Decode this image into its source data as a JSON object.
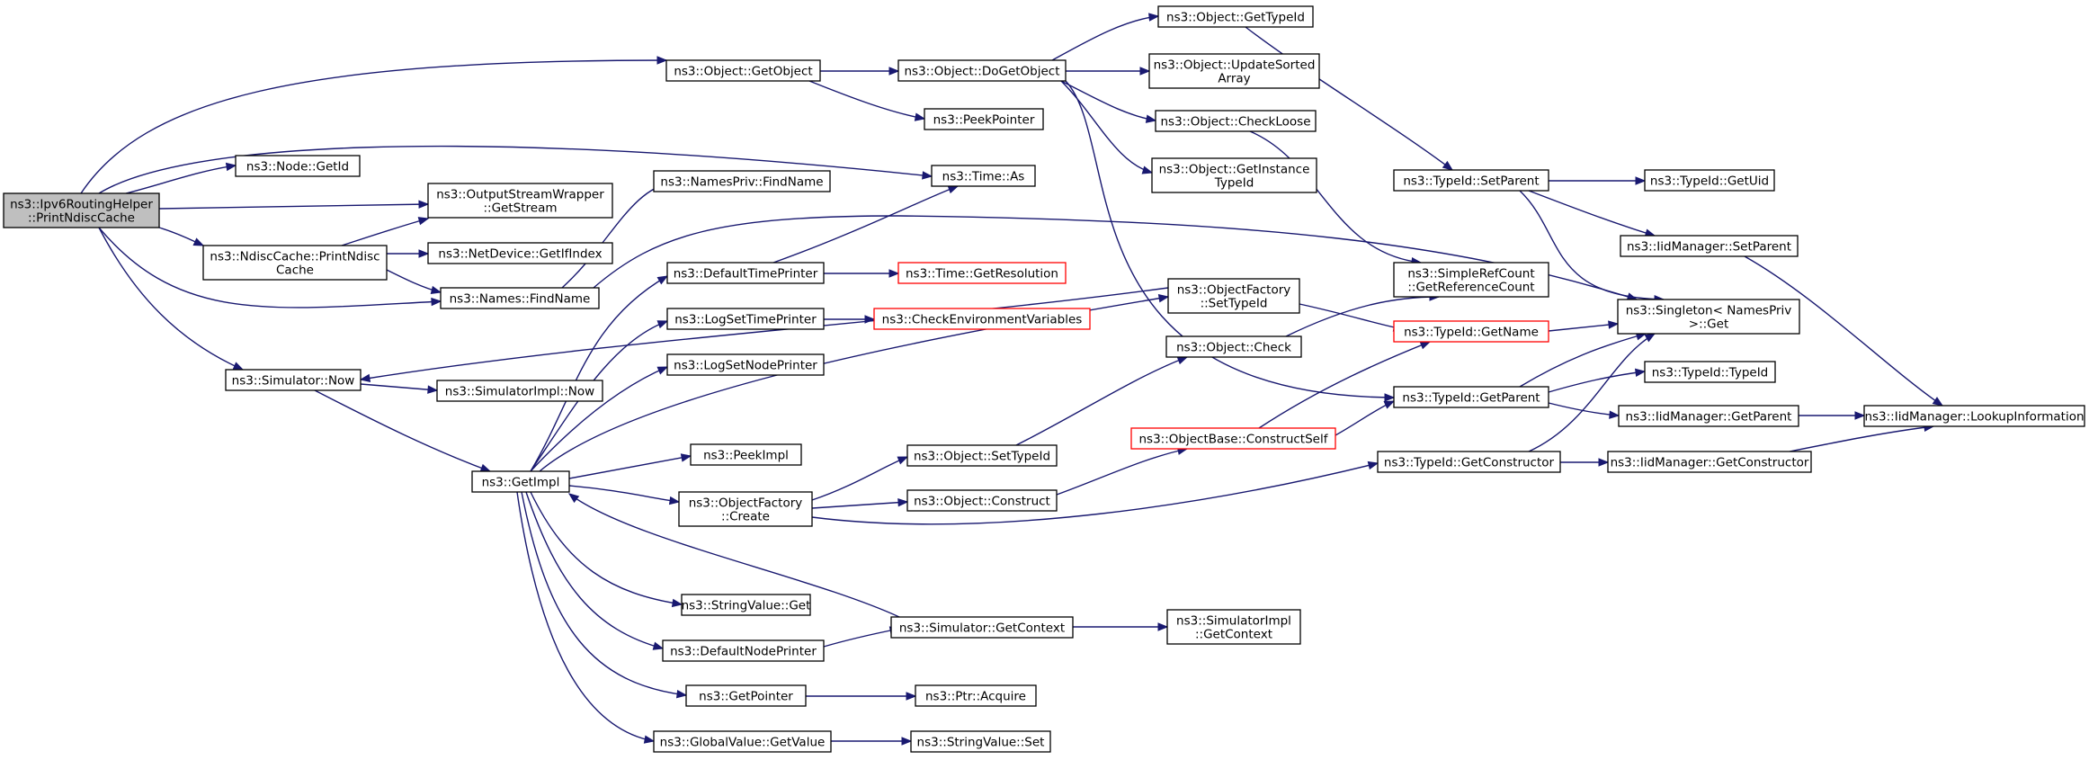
{
  "nodes": {
    "n_root": {
      "lines": [
        "ns3::Ipv6RoutingHelper",
        "::PrintNdiscCache"
      ],
      "style": "root"
    },
    "n_getobject": {
      "lines": [
        "ns3::Object::GetObject"
      ]
    },
    "n_dogetobject": {
      "lines": [
        "ns3::Object::DoGetObject"
      ]
    },
    "n_gettypeid": {
      "lines": [
        "ns3::Object::GetTypeId"
      ]
    },
    "n_updatesorted": {
      "lines": [
        "ns3::Object::UpdateSorted",
        "Array"
      ]
    },
    "n_peekpointer": {
      "lines": [
        "ns3::PeekPointer"
      ]
    },
    "n_checkloose": {
      "lines": [
        "ns3::Object::CheckLoose"
      ]
    },
    "n_getinstance": {
      "lines": [
        "ns3::Object::GetInstance",
        "TypeId"
      ]
    },
    "n_setparent": {
      "lines": [
        "ns3::TypeId::SetParent"
      ]
    },
    "n_getuid": {
      "lines": [
        "ns3::TypeId::GetUid"
      ]
    },
    "n_iidsetparent": {
      "lines": [
        "ns3::IidManager::SetParent"
      ]
    },
    "n_nodegetid": {
      "lines": [
        "ns3::Node::GetId"
      ]
    },
    "n_osw": {
      "lines": [
        "ns3::OutputStreamWrapper",
        "::GetStream"
      ]
    },
    "n_namesprivfind": {
      "lines": [
        "ns3::NamesPriv::FindName"
      ]
    },
    "n_timeas": {
      "lines": [
        "ns3::Time::As"
      ]
    },
    "n_printndisc": {
      "lines": [
        "ns3::NdiscCache::PrintNdisc",
        "Cache"
      ]
    },
    "n_getifindex": {
      "lines": [
        "ns3::NetDevice::GetIfIndex"
      ]
    },
    "n_namesfind": {
      "lines": [
        "ns3::Names::FindName"
      ]
    },
    "n_deftimeprinter": {
      "lines": [
        "ns3::DefaultTimePrinter"
      ]
    },
    "n_getresolution": {
      "lines": [
        "ns3::Time::GetResolution"
      ],
      "style": "red"
    },
    "n_logsettime": {
      "lines": [
        "ns3::LogSetTimePrinter"
      ]
    },
    "n_checkenv": {
      "lines": [
        "ns3::CheckEnvironmentVariables"
      ],
      "style": "red"
    },
    "n_logsetnode": {
      "lines": [
        "ns3::LogSetNodePrinter"
      ]
    },
    "n_ofsettypeid": {
      "lines": [
        "ns3::ObjectFactory",
        "::SetTypeId"
      ]
    },
    "n_refcount": {
      "lines": [
        "ns3::SimpleRefCount",
        "::GetReferenceCount"
      ]
    },
    "n_singleton": {
      "lines": [
        "ns3::Singleton< NamesPriv",
        " >::Get"
      ]
    },
    "n_getname": {
      "lines": [
        "ns3::TypeId::GetName"
      ],
      "style": "red"
    },
    "n_objcheck": {
      "lines": [
        "ns3::Object::Check"
      ]
    },
    "n_simnow": {
      "lines": [
        "ns3::Simulator::Now"
      ]
    },
    "n_simimplnow": {
      "lines": [
        "ns3::SimulatorImpl::Now"
      ]
    },
    "n_typeidtypeid": {
      "lines": [
        "ns3::TypeId::TypeId"
      ]
    },
    "n_getparent": {
      "lines": [
        "ns3::TypeId::GetParent"
      ]
    },
    "n_iidgetparent": {
      "lines": [
        "ns3::IidManager::GetParent"
      ]
    },
    "n_lookup": {
      "lines": [
        "ns3::IidManager::LookupInformation"
      ]
    },
    "n_getimpl": {
      "lines": [
        "ns3::GetImpl"
      ]
    },
    "n_peekimpl": {
      "lines": [
        "ns3::PeekImpl"
      ]
    },
    "n_objsettypeid": {
      "lines": [
        "ns3::Object::SetTypeId"
      ]
    },
    "n_constructself": {
      "lines": [
        "ns3::ObjectBase::ConstructSelf"
      ],
      "style": "red"
    },
    "n_ofcreate": {
      "lines": [
        "ns3::ObjectFactory",
        "::Create"
      ]
    },
    "n_objconstruct": {
      "lines": [
        "ns3::Object::Construct"
      ]
    },
    "n_getconstructor": {
      "lines": [
        "ns3::TypeId::GetConstructor"
      ]
    },
    "n_iidgetconstructor": {
      "lines": [
        "ns3::IidManager::GetConstructor"
      ]
    },
    "n_strget": {
      "lines": [
        "ns3::StringValue::Get"
      ]
    },
    "n_getcontext": {
      "lines": [
        "ns3::Simulator::GetContext"
      ]
    },
    "n_simimplctx": {
      "lines": [
        "ns3::SimulatorImpl",
        "::GetContext"
      ]
    },
    "n_defnodeprinter": {
      "lines": [
        "ns3::DefaultNodePrinter"
      ]
    },
    "n_getpointer": {
      "lines": [
        "ns3::GetPointer"
      ]
    },
    "n_ptracquire": {
      "lines": [
        "ns3::Ptr::Acquire"
      ]
    },
    "n_gvgetvalue": {
      "lines": [
        "ns3::GlobalValue::GetValue"
      ]
    },
    "n_strset": {
      "lines": [
        "ns3::StringValue::Set"
      ]
    }
  },
  "colors": {
    "edge": "#191970",
    "root_fill": "#bfbfbf",
    "red_border": "#ff0000"
  }
}
